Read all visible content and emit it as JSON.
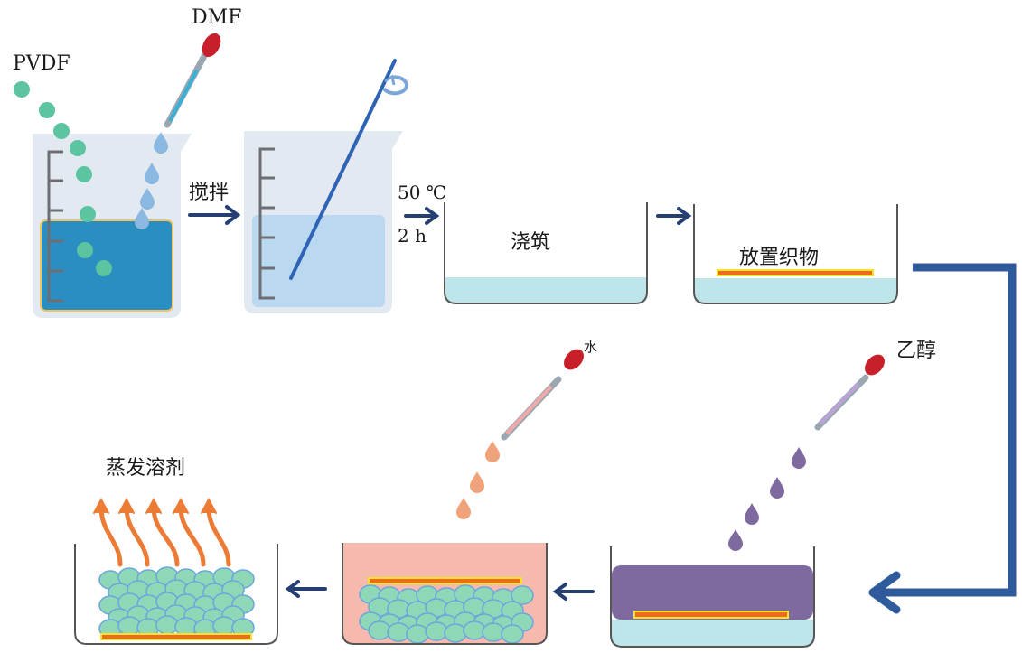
{
  "title": "PVDF porous membrane fabrication process",
  "labels": {
    "pvdf": "PVDF",
    "dmf": "DMF",
    "stir": "搅拌",
    "temp": "50 ℃",
    "time": "2 h",
    "cast": "浇筑",
    "place_fabric": "放置织物",
    "ethanol": "乙醇",
    "water": "水",
    "evaporate": "蒸发溶剂"
  },
  "steps": [
    {
      "id": "mix",
      "desc": "PVDF particles + DMF dropper into beaker"
    },
    {
      "id": "stir",
      "label_key": "stir"
    },
    {
      "id": "heat",
      "label_keys": [
        "temp",
        "time"
      ]
    },
    {
      "id": "cast",
      "label_key": "cast"
    },
    {
      "id": "place-fabric",
      "label_key": "place_fabric"
    },
    {
      "id": "ethanol",
      "label_key": "ethanol"
    },
    {
      "id": "water",
      "label_key": "water"
    },
    {
      "id": "evaporate",
      "label_key": "evaporate"
    }
  ],
  "colors": {
    "pvdf_particle": "#5cc4a0",
    "dmf_liquid": "#2a8fc0",
    "stirred_solution": "#bad8ef",
    "cast_solution": "#bde5ea",
    "fabric_core": "#ee6a1e",
    "fabric_edge": "#f7e32a",
    "ethanol": "#7f6aa0",
    "water_bath": "#f6b9ae",
    "water_drop": "#f0a27a",
    "arrow": "#263f73",
    "big_arrow": "#2f5b9c",
    "steam": "#ec7b35",
    "dropper_bulb": "#c8202b",
    "beaker_glass": "#e3e9f1",
    "pore_particle": "#8ed8b8",
    "pore_outline": "#6aa6dc"
  }
}
